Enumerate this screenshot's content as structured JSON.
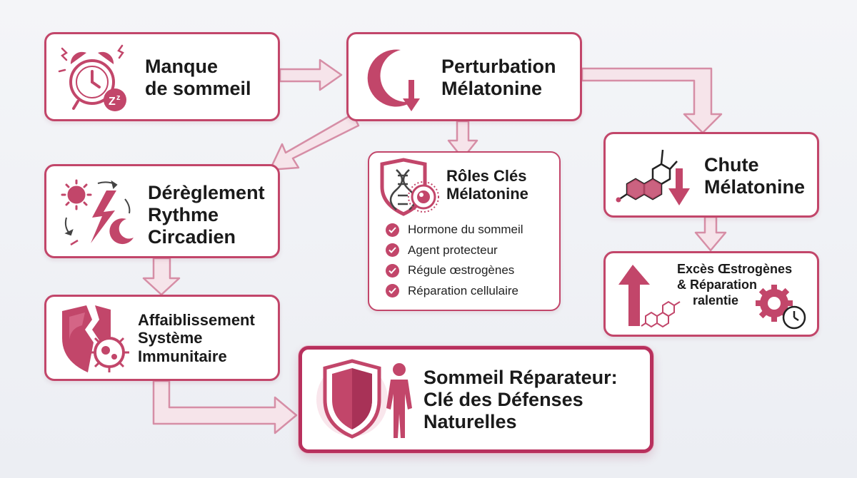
{
  "nodes": {
    "manque": {
      "lines": [
        "Manque",
        "de sommeil"
      ],
      "icon": "alarm-clock-icon"
    },
    "perturbation": {
      "lines": [
        "Perturbation",
        "Mélatonine"
      ],
      "icon": "moon-down-icon"
    },
    "chute": {
      "lines": [
        "Chute",
        "Mélatonine"
      ],
      "icon": "molecule-down-icon"
    },
    "dereglement": {
      "lines": [
        "Dérèglement",
        "Rythme",
        "Circadien"
      ],
      "icon": "sun-moon-cycle-icon"
    },
    "roles": {
      "lines": [
        "Rôles Clés",
        "Mélatonine"
      ],
      "icon": "shield-dna-cell-icon",
      "items": [
        "Hormone du sommeil",
        "Agent protecteur",
        "Régule œstrogènes",
        "Réparation cellulaire"
      ]
    },
    "exces": {
      "lines": [
        "Excès Œstrogènes",
        "& Réparation",
        "ralentie"
      ],
      "icon": "arrow-up-molecule-gear-icon"
    },
    "affaiblissement": {
      "lines": [
        "Affaiblissement",
        "Système",
        "Immunitaire"
      ],
      "icon": "broken-shield-virus-icon"
    },
    "sommeil": {
      "lines": [
        "Sommeil Réparateur:",
        "Clé des Défenses",
        "Naturelles"
      ],
      "icon": "shield-human-icon"
    }
  },
  "colors": {
    "accent": "#c2466a",
    "arrow_fill": "#f6e4ea",
    "arrow_stroke": "#d68ea6"
  }
}
